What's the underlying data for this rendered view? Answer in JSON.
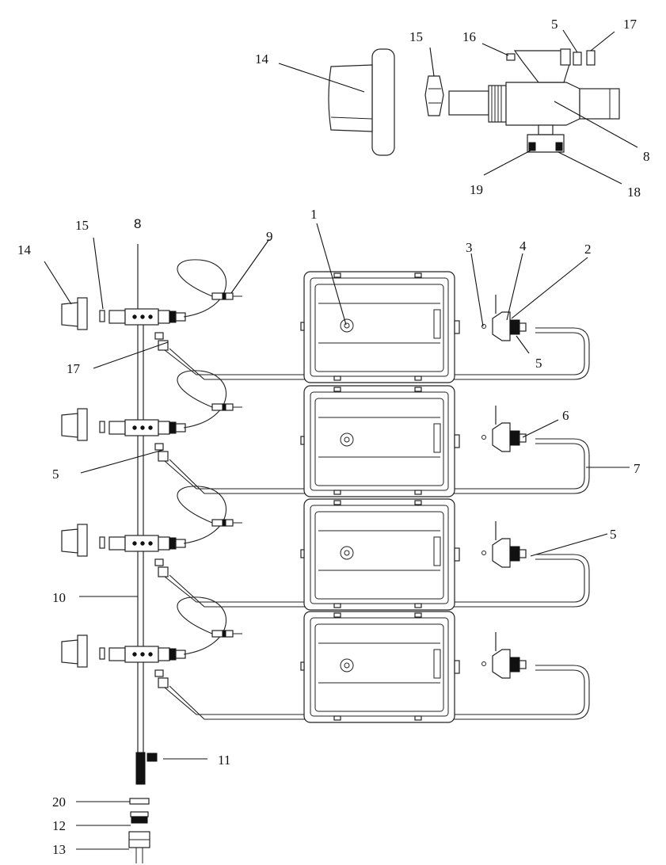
{
  "labels": {
    "l1": "1",
    "l2": "2",
    "l3": "3",
    "l4": "4",
    "l5_a": "5",
    "l5_b": "5",
    "l5_c": "5",
    "l5_d": "5",
    "l6": "6",
    "l7": "7",
    "l8_top": "8",
    "l8_detail": "8",
    "l9": "9",
    "l10": "10",
    "l11": "11",
    "l12": "12",
    "l13": "13",
    "l14_top": "14",
    "l14_left": "14",
    "l15_top": "15",
    "l15_left": "15",
    "l16": "16",
    "l17_top": "17",
    "l17_left": "17",
    "l18": "18",
    "l19": "19",
    "l20": "20"
  },
  "colors": {
    "line": "#111111",
    "background": "#ffffff"
  },
  "units_count": 4
}
